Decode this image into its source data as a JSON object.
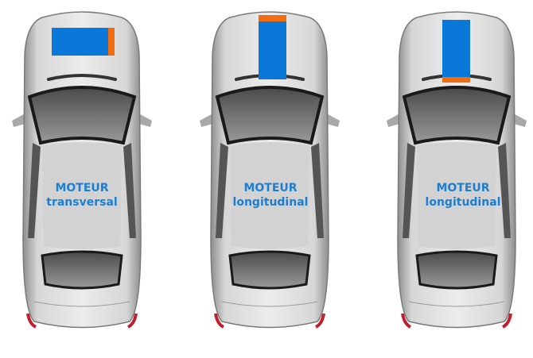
{
  "cars": [
    {
      "line1": "MOTEUR",
      "line2": "transversal",
      "orientation": "transversal",
      "gearbox_position": "right"
    },
    {
      "line1": "MOTEUR",
      "line2": "longitudinal",
      "orientation": "longitudinal",
      "gearbox_position": "front"
    },
    {
      "line1": "MOTEUR",
      "line2": "longitudinal",
      "orientation": "longitudinal",
      "gearbox_position": "rear"
    }
  ],
  "colors": {
    "engine": "#0a78d8",
    "gearbox": "#f26d0f",
    "label": "#1a7fd4"
  }
}
